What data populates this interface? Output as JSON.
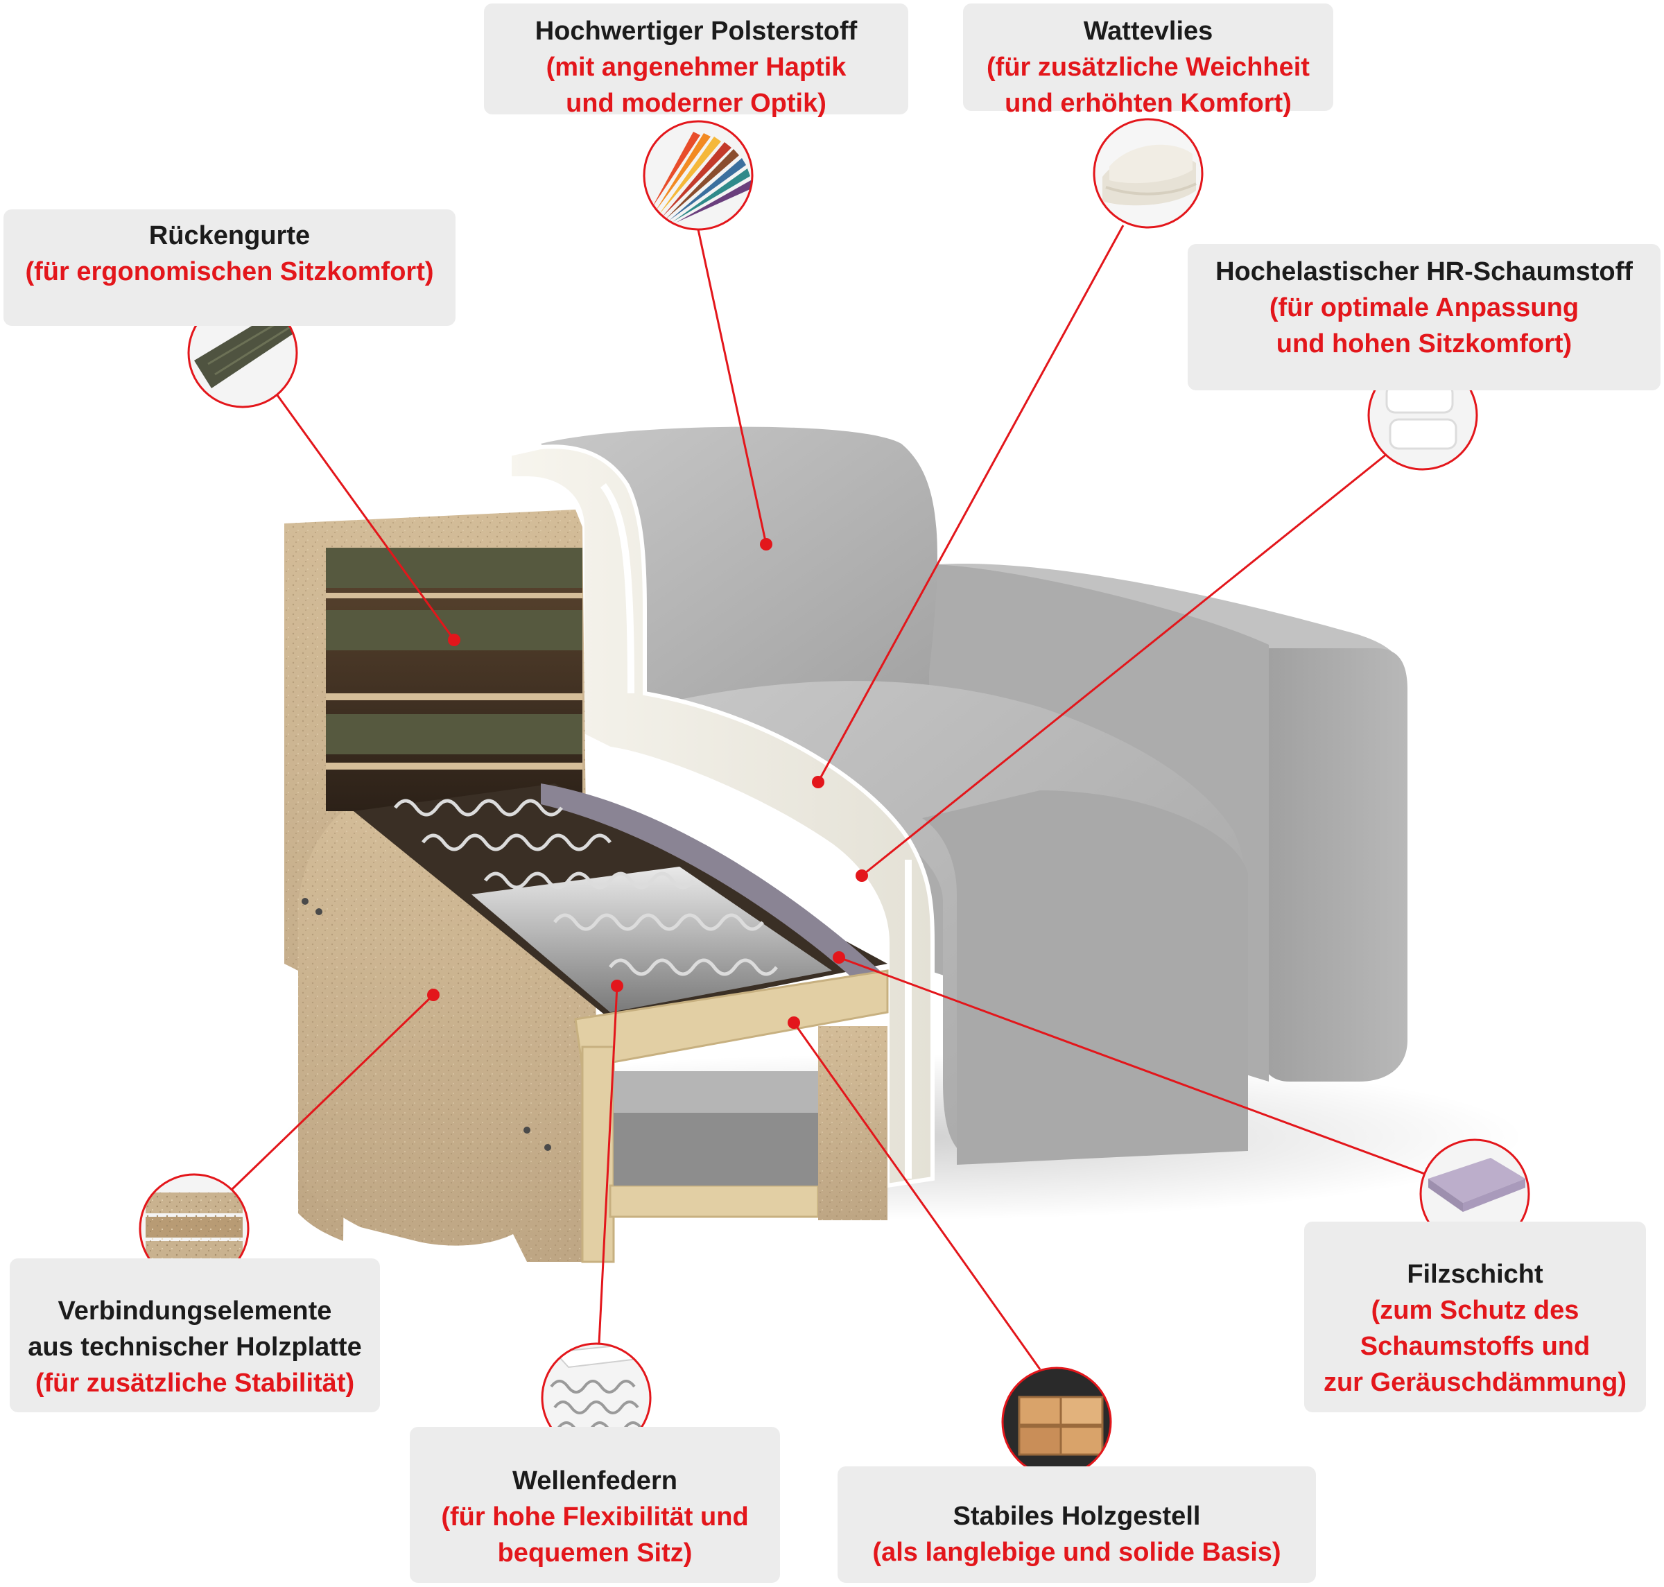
{
  "callouts": {
    "polsterstoff": {
      "title": "Hochwertiger Polsterstoff",
      "sub1": "(mit angenehmer Haptik",
      "sub2": "und moderner Optik)",
      "icon": "fabric-swatches-icon"
    },
    "wattevlies": {
      "title": "Wattevlies",
      "sub1": "(für zusätzliche Weichheit",
      "sub2": "und erhöhten Komfort)",
      "icon": "wadding-fleece-icon"
    },
    "rueckengurte": {
      "title": "Rückengurte",
      "sub1": "(für ergonomischen Sitzkomfort)",
      "icon": "webbing-belt-icon"
    },
    "schaumstoff": {
      "title": "Hochelastischer HR-Schaumstoff",
      "sub1": "(für optimale Anpassung",
      "sub2": "und hohen Sitzkomfort)",
      "icon": "foam-blocks-icon"
    },
    "verbindung": {
      "title1": "Verbindungselemente",
      "title2": "aus technischer Holzplatte",
      "sub1": "(für zusätzliche Stabilität)",
      "icon": "chipboard-icon"
    },
    "filz": {
      "title": "Filzschicht",
      "sub1": "(zum Schutz des",
      "sub2": "Schaumstoffs und",
      "sub3": "zur Geräuschdämmung)",
      "icon": "felt-layer-icon"
    },
    "wellenfedern": {
      "title": "Wellenfedern",
      "sub1": "(für hohe Flexibilität und",
      "sub2": "bequemen Sitz)",
      "icon": "wave-springs-icon"
    },
    "holzgestell": {
      "title": "Stabiles Holzgestell",
      "sub1": "(als langlebige und solide Basis)",
      "icon": "wood-planks-icon"
    }
  },
  "colors": {
    "accent": "#e3161b",
    "callout_bg": "#ececec",
    "text": "#1b1b1b",
    "fabric": "#b9b9b9",
    "foam": "#f4f2ea",
    "chipboard": "#c9b28f",
    "belt": "#56593f",
    "felt": "#8a8494",
    "pine": "#e2cfa4"
  }
}
